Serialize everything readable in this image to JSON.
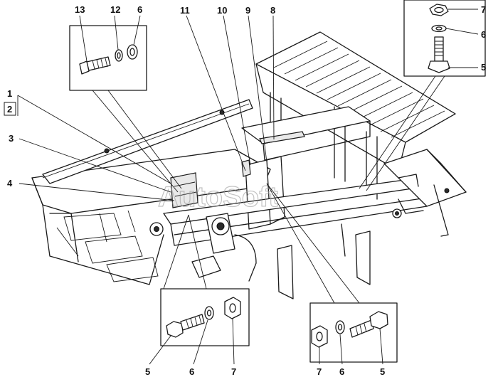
{
  "diagram": {
    "callouts": {
      "c1": "1",
      "c2": "2",
      "c3": "3",
      "c4": "4",
      "c11": "11",
      "c10": "10",
      "c9": "9",
      "c8": "8",
      "tl13": "13",
      "tl12": "12",
      "tl6": "6",
      "tr7": "7",
      "tr6": "6",
      "tr5": "5",
      "bl5": "5",
      "bl6": "6",
      "bl7": "7",
      "br7": "7",
      "br6": "6",
      "br5": "5"
    },
    "watermark": "AutoSoft"
  }
}
